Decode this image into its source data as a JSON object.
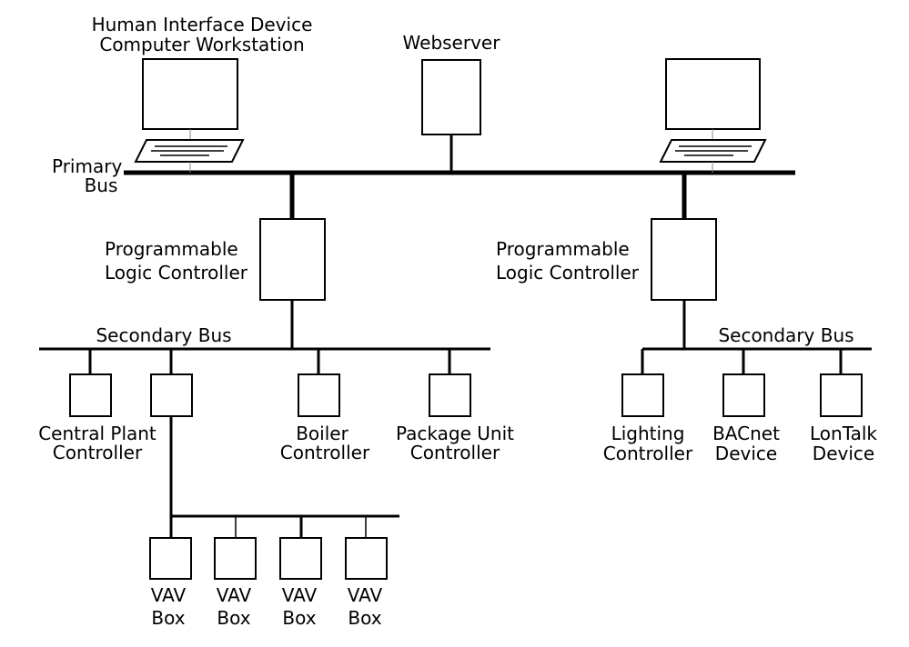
{
  "labels": {
    "workstation_line1": "Human Interface Device",
    "workstation_line2": "Computer Workstation",
    "webserver": "Webserver",
    "primary_bus_line1": "Primary",
    "primary_bus_line2": "Bus",
    "plc_left_line1": "Programmable",
    "plc_left_line2": "Logic Controller",
    "plc_right_line1": "Programmable",
    "plc_right_line2": "Logic Controller",
    "secondary_bus_left": "Secondary Bus",
    "secondary_bus_right": "Secondary Bus",
    "central_plant_line1": "Central Plant",
    "central_plant_line2": "Controller",
    "boiler_line1": "Boiler",
    "boiler_line2": "Controller",
    "package_unit_line1": "Package Unit",
    "package_unit_line2": "Controller",
    "lighting_line1": "Lighting",
    "lighting_line2": "Controller",
    "bacnet_line1": "BACnet",
    "bacnet_line2": "Device",
    "lontalk_line1": "LonTalk",
    "lontalk_line2": "Device",
    "vav_boxes": [
      {
        "line1": "VAV",
        "line2": "Box"
      },
      {
        "line1": "VAV",
        "line2": "Box"
      },
      {
        "line1": "VAV",
        "line2": "Box"
      },
      {
        "line1": "VAV",
        "line2": "Box"
      }
    ]
  },
  "colors": {
    "stroke": "#000000",
    "background": "#ffffff"
  }
}
